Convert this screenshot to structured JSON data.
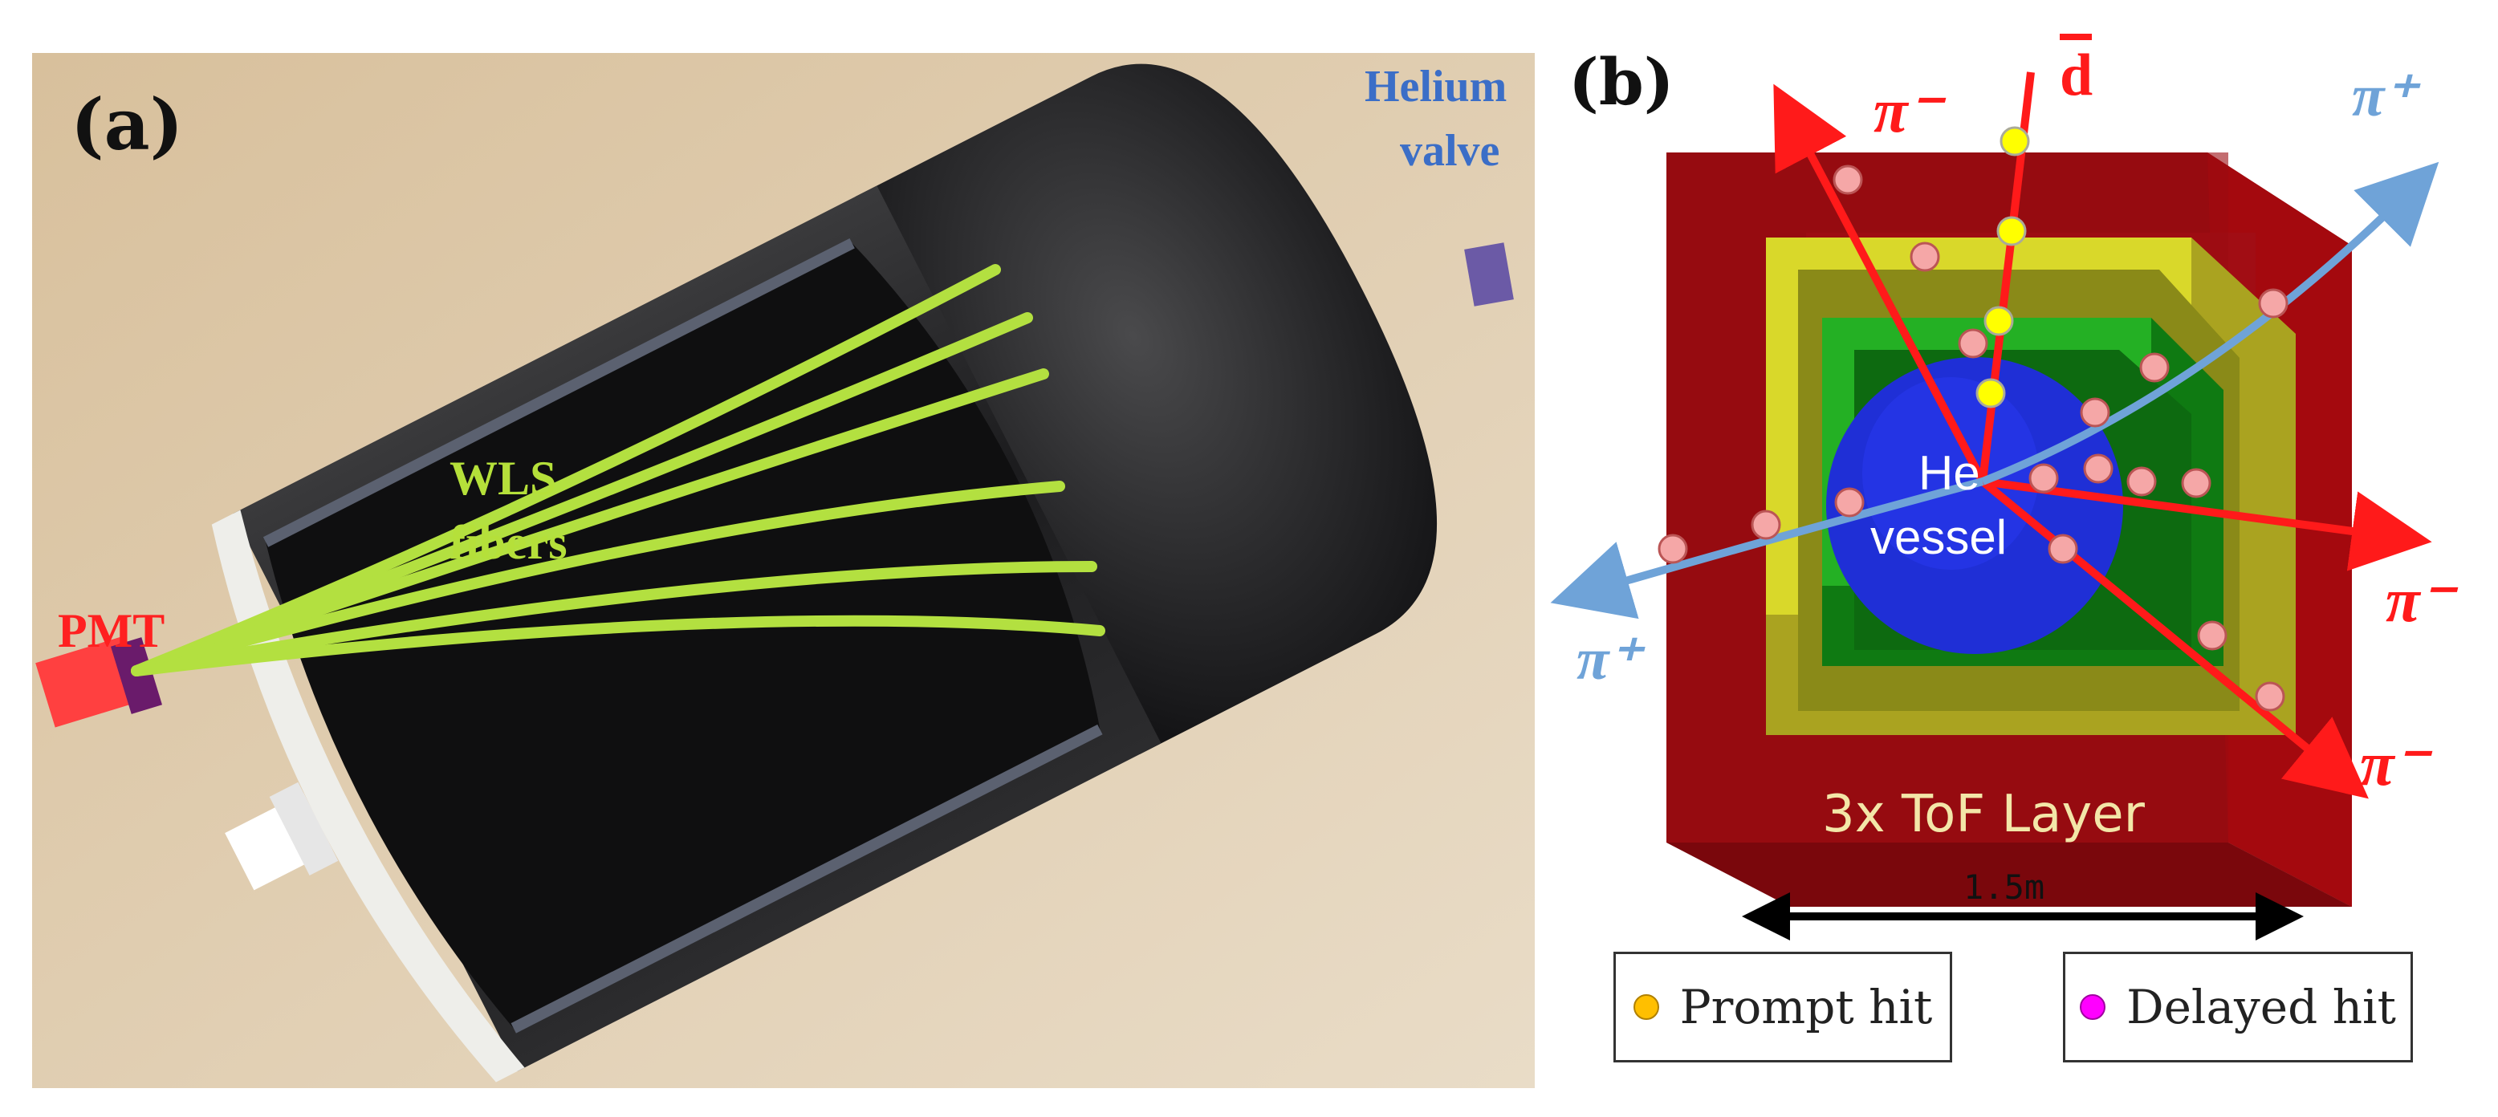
{
  "panel_a": {
    "label": "(a)",
    "wls_line1": "WLS",
    "wls_line2": "fibers",
    "pmt": "PMT",
    "helium_line1": "Helium",
    "helium_line2": "valve"
  },
  "panel_b": {
    "label": "(b)",
    "antideuteron": "d",
    "pi_minus": "π⁻",
    "pi_plus": "π⁺",
    "vessel_line1": "He",
    "vessel_line2": "vessel",
    "tof_label": "3x ToF Layer",
    "scale": "1.5m",
    "legend": {
      "prompt": "Prompt hit",
      "delayed": "Delayed hit"
    },
    "colors": {
      "tof_outer": "#8e0a0f",
      "tof_middle": "#8a8a18",
      "tof_inner": "#0f7a12",
      "vessel": "#1f2fd6",
      "pi_minus_track": "#ff1a1a",
      "pi_plus_track": "#6fa3d8",
      "prompt": "#ffbf00",
      "delayed": "#ff00ff",
      "hit_marker": "#f5a7a7"
    }
  }
}
